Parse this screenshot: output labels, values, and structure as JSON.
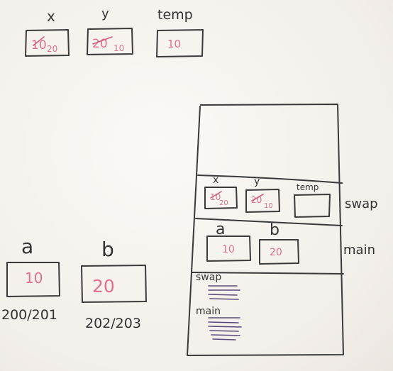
{
  "top": {
    "x": {
      "label": "x",
      "old": "10",
      "new": "20"
    },
    "y": {
      "label": "y",
      "old": "20",
      "new": "10"
    },
    "temp": {
      "label": "temp",
      "value": "10"
    }
  },
  "main_vars": {
    "a": {
      "label": "a",
      "value": "10",
      "address": "200/201"
    },
    "b": {
      "label": "b",
      "value": "20",
      "address": "202/203"
    }
  },
  "stack": {
    "swap_frame": {
      "label": "swap",
      "x": {
        "label": "x",
        "old": "10",
        "new": "20"
      },
      "y": {
        "label": "y",
        "old": "20",
        "new": "10"
      },
      "temp": {
        "label": "temp"
      }
    },
    "main_frame": {
      "label": "main",
      "a": {
        "label": "a",
        "value": "10"
      },
      "b": {
        "label": "b",
        "value": "20"
      }
    },
    "code_section": {
      "swap_label": "swap",
      "main_label": "main"
    }
  },
  "colors": {
    "ink": "#3a3a3a",
    "value_ink": "#e0708c",
    "code_ink": "#5a4a7a"
  }
}
